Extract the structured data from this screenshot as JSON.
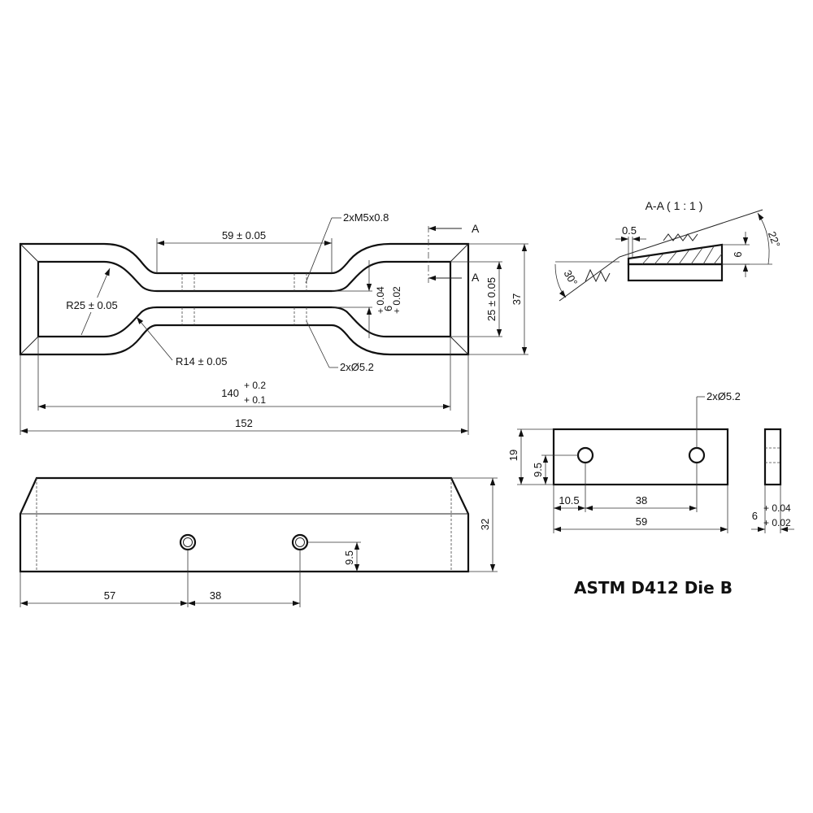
{
  "title": "ASTM D412 Die B",
  "front_view": {
    "gauge_length": "59 ± 0.05",
    "thread": "2xM5x0.8",
    "section_marker": "A",
    "outer_radius": "R25 ± 0.05",
    "inner_radius": "R14 ± 0.05",
    "hole": "2xØ5.2",
    "neck_width_nominal": "6",
    "neck_width_upper": "+ 0.04",
    "neck_width_lower": "+ 0.02",
    "end_width": "25 ± 0.05",
    "overall_width": "37",
    "inner_length_nominal": "140",
    "inner_length_upper": "+ 0.2",
    "inner_length_lower": "+ 0.1",
    "overall_length": "152"
  },
  "side_view": {
    "height": "32",
    "hole_height": "9.5",
    "hole1_offset": "57",
    "hole_spacing": "38"
  },
  "section_view": {
    "label": "A-A ( 1 : 1 )",
    "edge": "0.5",
    "angle_top": "22°",
    "angle_bottom": "30°",
    "thickness": "6"
  },
  "insert_view": {
    "hole": "2xØ5.2",
    "height": "19",
    "hole_height": "9.5",
    "hole_offset": "10.5",
    "hole_spacing": "38",
    "length": "59"
  },
  "end_view": {
    "thickness_nominal": "6",
    "thickness_upper": "+ 0.04",
    "thickness_lower": "+ 0.02"
  }
}
